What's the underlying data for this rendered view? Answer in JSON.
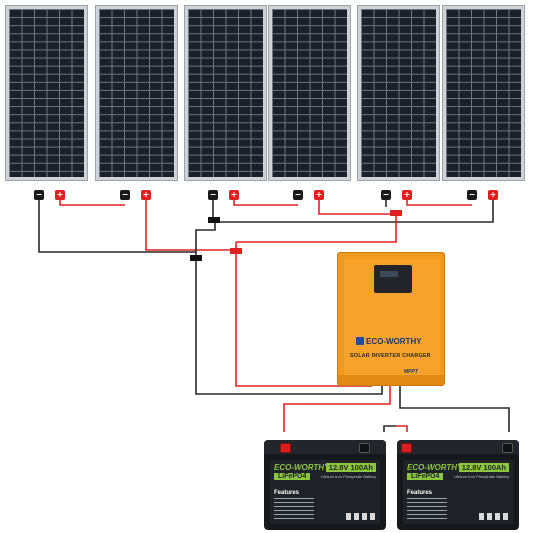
{
  "image": {
    "description_items": {
      "solar_panels": {
        "count": 6
      },
      "inverter": {
        "brand": "ECO-WORTHY",
        "subtitle": "SOLAR INVERTER CHARGER",
        "badge": "MPPT"
      },
      "batteries": [
        {
          "brand": "ECO-WORTHY",
          "chemistry": "LiFePO4",
          "rating": "12.8V 100Ah",
          "type": "Lithium Iron Phosphate Battery",
          "features_title": "Features"
        },
        {
          "brand": "ECO-WORTHY",
          "chemistry": "LiFePO4",
          "rating": "12.8V 100Ah",
          "type": "Lithium Iron Phosphate Battery",
          "features_title": "Features"
        }
      ]
    },
    "colors": {
      "panel_frame": "#cfd3d8",
      "panel_cells": "#1c2029",
      "inverter_body": "#f29a1e",
      "brand_blue": "#14387a",
      "battery_accent": "#8cc63f",
      "wire_positive": "#e02424",
      "wire_negative": "#2a2a2a"
    }
  }
}
